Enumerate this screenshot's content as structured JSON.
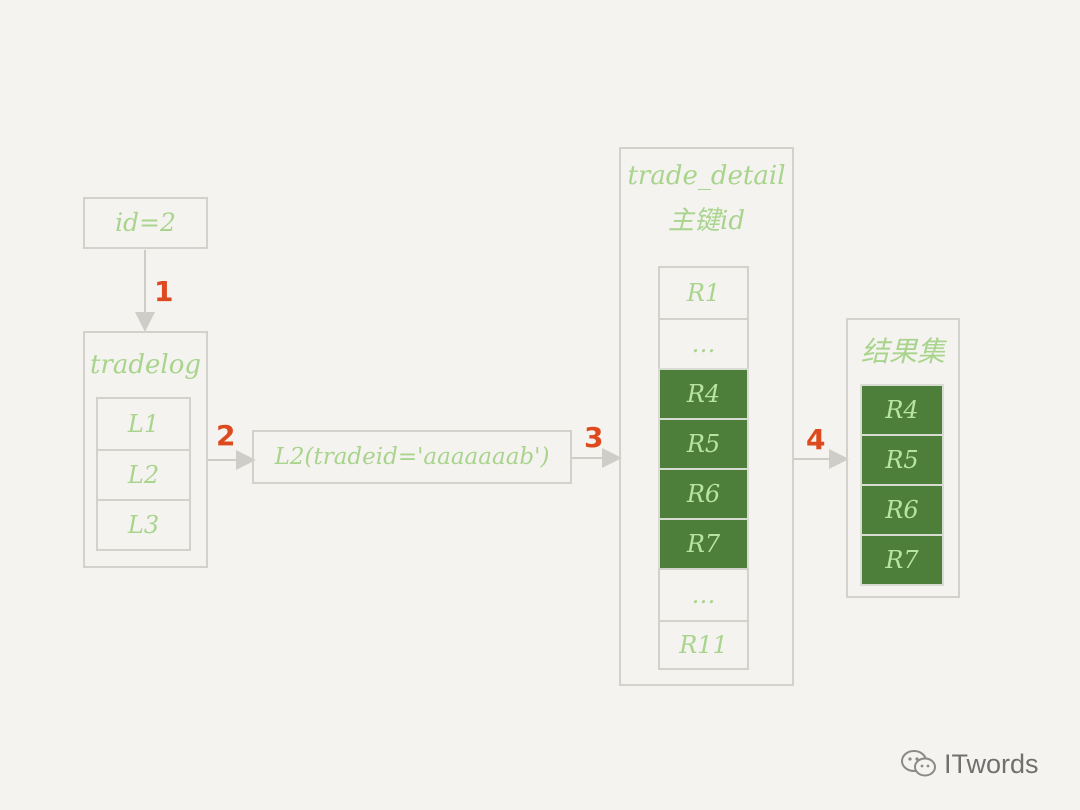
{
  "query": {
    "label": "id=2"
  },
  "tradelog": {
    "title": "tradelog",
    "rows": [
      "L1",
      "L2",
      "L3"
    ]
  },
  "filter": {
    "label": "L2(tradeid='aaaaaaab')"
  },
  "detail": {
    "title": "trade_detail",
    "subtitle": "主键id",
    "rows": [
      "R1",
      "…",
      "R4",
      "R5",
      "R6",
      "R7",
      "…",
      "R11"
    ]
  },
  "result": {
    "title": "结果集",
    "rows": [
      "R4",
      "R5",
      "R6",
      "R7"
    ]
  },
  "steps": [
    "1",
    "2",
    "3",
    "4"
  ],
  "colors": {
    "highlight": "#4d7f3b",
    "step": "#dd4a1e",
    "label": "#a9d48d",
    "border": "#d2d1cc"
  },
  "watermark": {
    "icon": "wechat-icon",
    "text": "ITwords"
  }
}
